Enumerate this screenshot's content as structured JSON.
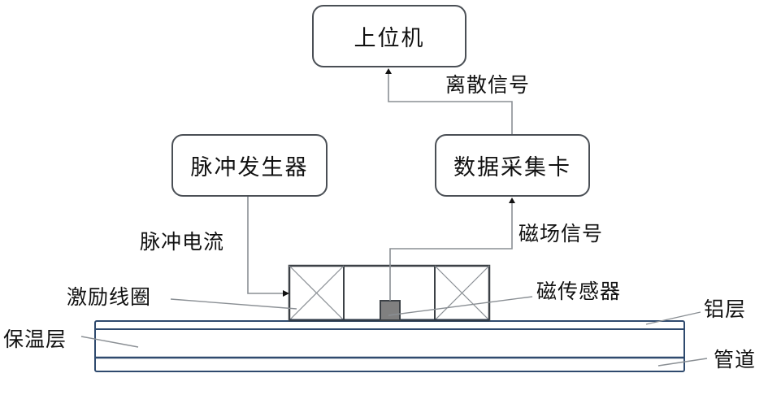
{
  "diagram": {
    "blocks": {
      "host_computer": "上位机",
      "pulse_generator": "脉冲发生器",
      "data_acquisition_card": "数据采集卡"
    },
    "signals": {
      "discrete_signal": "离散信号",
      "pulse_current": "脉冲电流",
      "magnetic_field_signal": "磁场信号"
    },
    "components": {
      "excitation_coil": "激励线圈",
      "magnetic_sensor": "磁传感器",
      "aluminum_layer": "铝层",
      "insulation_layer": "保温层",
      "pipe": "管道"
    },
    "colors": {
      "block_border": "#4a4f55",
      "connector_line": "#8a8f94",
      "pipe_line": "#2f4a6e",
      "sensor_fill": "#808080"
    }
  }
}
